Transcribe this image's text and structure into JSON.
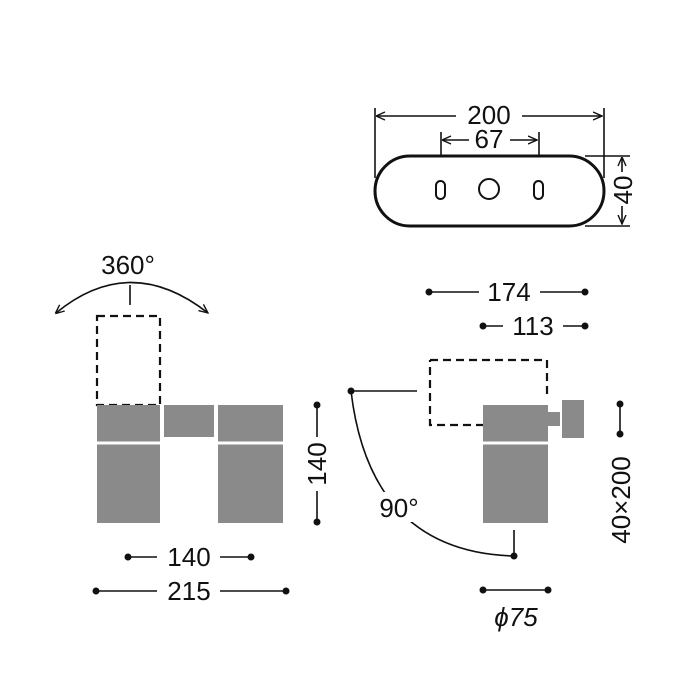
{
  "top_view": {
    "width_label": "200",
    "mount_spacing_label": "67",
    "depth_label": "40"
  },
  "front_view": {
    "rotation_label": "360°",
    "height_label": "140",
    "inner_width_label": "140",
    "total_width_label": "215"
  },
  "side_view": {
    "overall_label": "174",
    "offset_label": "113",
    "tilt_label": "90°",
    "range_label": "40×200",
    "diameter_label": "ϕ75"
  },
  "colors": {
    "body": "#8a8a8a",
    "line": "#111111",
    "background": "#ffffff"
  }
}
